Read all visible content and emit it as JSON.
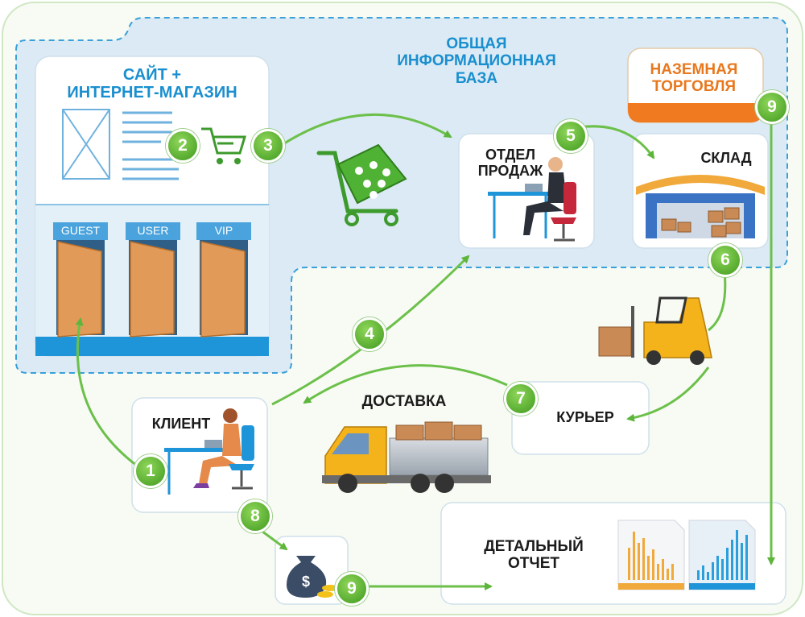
{
  "labels": {
    "site": "САЙТ +\nИНТЕРНЕТ-МАГАЗИН",
    "database": "ОБЩАЯ\nИНФОРМАЦИОННАЯ\nБАЗА",
    "ground_trade": "НАЗЕМНАЯ\nТОРГОВЛЯ",
    "sales_dept": "ОТДЕЛ\nПРОДАЖ",
    "warehouse": "СКЛАД",
    "client": "КЛИЕНТ",
    "delivery": "ДОСТАВКА",
    "courier": "КУРЬЕР",
    "report": "ДЕТАЛЬНЫЙ\nОТЧЕТ"
  },
  "doors": [
    "GUEST",
    "USER",
    "VIP"
  ],
  "steps": {
    "s1": "1",
    "s2": "2",
    "s3": "3",
    "s4": "4",
    "s5": "5",
    "s6": "6",
    "s7": "7",
    "s8": "8",
    "s9a": "9",
    "s9b": "9"
  },
  "colors": {
    "title_blue": "#1a8fcf",
    "step_green": "#4aa52a",
    "arrow_green": "#6cc04a",
    "orange": "#e8781e",
    "door": "#e19a58"
  }
}
